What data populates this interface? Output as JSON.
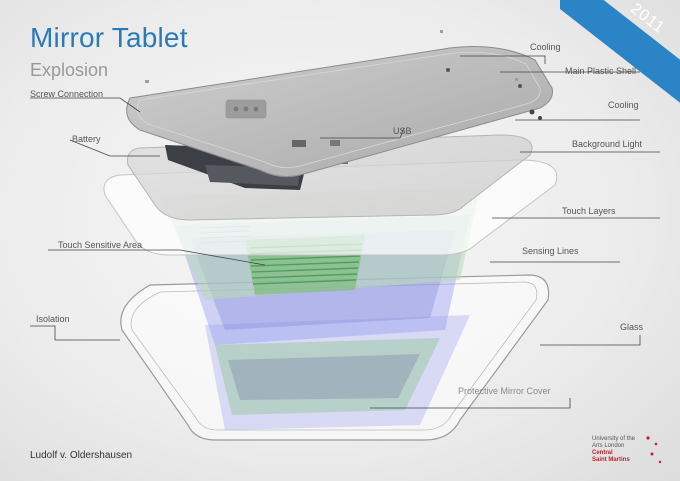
{
  "title": "Mirror Tablet",
  "subtitle": "Explosion",
  "year": "2011",
  "author": "Ludolf v. Oldershausen",
  "logo": {
    "line1": "University of the",
    "line2": "Arts London",
    "line3": "Central",
    "line4": "Saint Martins"
  },
  "labels": {
    "cooling_top": "Cooling",
    "main_shell": "Main Plastic Shell",
    "cooling_right": "Cooling",
    "screw": "Screw Connection",
    "battery": "Battery",
    "usb": "USB",
    "background_light": "Background Light",
    "touch_layers": "Touch Layers",
    "touch_sensitive": "Touch Sensitive Area",
    "sensing_lines": "Sensing Lines",
    "isolation": "Isolation",
    "glass": "Glass",
    "mirror_cover": "Protective Mirror Cover"
  },
  "colors": {
    "accent": "#2b84c6",
    "title": "#2a7ab8",
    "shell": "#b9b9b9",
    "touch_green": "#7fbf7a",
    "sensing_blue": "#9aa0f0",
    "brand_red": "#c0242b"
  }
}
